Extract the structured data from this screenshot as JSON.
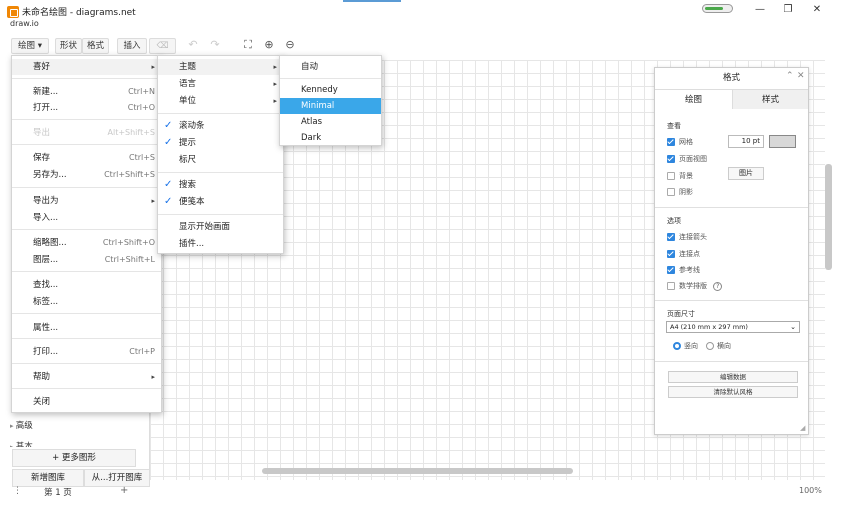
{
  "window": {
    "title": "未命名绘图 - diagrams.net",
    "subtitle": "draw.io",
    "min_glyph": "—",
    "max_glyph": "❐",
    "close_glyph": "✕"
  },
  "toolbar": {
    "diagram": "绘图 ▾",
    "shape": "形状",
    "format": "格式",
    "insert": "插入",
    "delete_glyph": "⌫",
    "undo_glyph": "↶",
    "redo_glyph": "↷",
    "fullscreen_glyph": "⛶",
    "zoom_in_glyph": "⊕",
    "zoom_out_glyph": "⊖"
  },
  "sidebar": {
    "advanced": "高级",
    "text": "基本",
    "more_shapes": "+ 更多图形",
    "new_library": "新增图库",
    "open_library": "从...打开图库",
    "page": "第 1 页",
    "page_menu": "⋮",
    "add_page": "+"
  },
  "status": {
    "zoom": "100%"
  },
  "main_menu": {
    "items": [
      {
        "label": "喜好",
        "shortcut": "",
        "submenu": true,
        "disabled": false
      },
      {
        "label": "新建...",
        "shortcut": "Ctrl+N",
        "submenu": false,
        "disabled": false
      },
      {
        "label": "打开...",
        "shortcut": "Ctrl+O",
        "submenu": false,
        "disabled": false
      },
      {
        "label": "导出",
        "shortcut": "Alt+Shift+S",
        "submenu": false,
        "disabled": true
      },
      {
        "label": "保存",
        "shortcut": "Ctrl+S",
        "submenu": false,
        "disabled": false
      },
      {
        "label": "另存为...",
        "shortcut": "Ctrl+Shift+S",
        "submenu": false,
        "disabled": false
      },
      {
        "label": "导出为",
        "shortcut": "",
        "submenu": true,
        "disabled": false
      },
      {
        "label": "导入...",
        "shortcut": "",
        "submenu": false,
        "disabled": false
      },
      {
        "label": "缩略图...",
        "shortcut": "Ctrl+Shift+O",
        "submenu": false,
        "disabled": false
      },
      {
        "label": "图层...",
        "shortcut": "Ctrl+Shift+L",
        "submenu": false,
        "disabled": false
      },
      {
        "label": "查找...",
        "shortcut": "",
        "submenu": false,
        "disabled": false
      },
      {
        "label": "标签...",
        "shortcut": "",
        "submenu": false,
        "disabled": false
      },
      {
        "label": "属性...",
        "shortcut": "",
        "submenu": false,
        "disabled": false
      },
      {
        "label": "打印...",
        "shortcut": "Ctrl+P",
        "submenu": false,
        "disabled": false
      },
      {
        "label": "帮助",
        "shortcut": "",
        "submenu": true,
        "disabled": false
      },
      {
        "label": "关闭",
        "shortcut": "",
        "submenu": false,
        "disabled": false
      }
    ]
  },
  "prefs_menu": {
    "items": [
      {
        "label": "主题",
        "submenu": true,
        "checked": false
      },
      {
        "label": "语言",
        "submenu": true,
        "checked": false
      },
      {
        "label": "单位",
        "submenu": true,
        "checked": false
      },
      {
        "label": "滚动条",
        "submenu": false,
        "checked": true
      },
      {
        "label": "提示",
        "submenu": false,
        "checked": true
      },
      {
        "label": "标尺",
        "submenu": false,
        "checked": false
      },
      {
        "label": "搜索",
        "submenu": false,
        "checked": true
      },
      {
        "label": "便笺本",
        "submenu": false,
        "checked": true
      },
      {
        "label": "显示开始画面",
        "submenu": false,
        "checked": false
      },
      {
        "label": "插件...",
        "submenu": false,
        "checked": false
      }
    ]
  },
  "theme_menu": {
    "items": [
      "自动",
      "Kennedy",
      "Minimal",
      "Atlas",
      "Dark"
    ],
    "selected": "Minimal"
  },
  "format_panel": {
    "title": "格式",
    "tab_diagram": "绘图",
    "tab_style": "样式",
    "view_section": "查看",
    "grid": "网格",
    "grid_size": "10 pt",
    "page_view": "页面视图",
    "background": "背景",
    "image_button": "图片",
    "shadow": "阴影",
    "options_section": "选项",
    "connection_arrows": "连接箭头",
    "connection_points": "连接点",
    "guides": "参考线",
    "math": "数学排版",
    "help_glyph": "?",
    "paper_size_section": "页面尺寸",
    "paper_size": "A4 (210 mm x 297 mm)",
    "portrait": "竖向",
    "landscape": "横向",
    "edit_data": "编辑数据",
    "clear_default_style": "清除默认风格",
    "collapse_glyph": "⌃",
    "close_glyph": "✕"
  },
  "colors": {
    "accent": "#2e86de",
    "selected_item": "#3aa7e9",
    "grid_line": "#e6e6e6",
    "logo": "#f08705"
  }
}
